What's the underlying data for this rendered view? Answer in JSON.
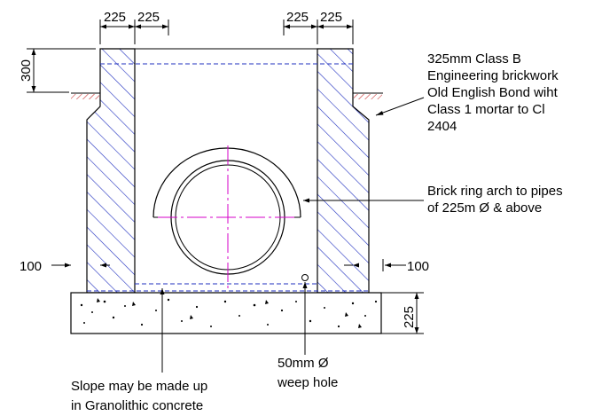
{
  "drawing": {
    "top_dims": [
      "225",
      "225",
      "225",
      "225"
    ],
    "side_dims": {
      "top_height": "300",
      "left_offset": "100",
      "right_offset": "100",
      "base_height": "225"
    },
    "notes": {
      "brickwork": [
        "325mm Class B",
        "Engineering brickwork",
        "Old English Bond wiht",
        "Class 1 mortar to Cl",
        "2404"
      ],
      "arch": [
        "Brick ring arch to pipes",
        "of 225m Ø & above"
      ],
      "weep": [
        "50mm Ø",
        "weep hole"
      ],
      "slope": [
        "Slope may be made up",
        "in Granolithic concrete"
      ]
    },
    "colors": {
      "line": "#000000",
      "hatch": "#1f2fbf",
      "centerline": "#d400c8",
      "ground": "#c01010"
    }
  }
}
